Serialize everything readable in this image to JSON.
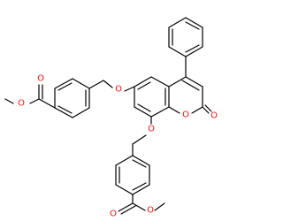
{
  "colors": {
    "background": "#ffffff",
    "bond": "#000000",
    "oxygen": "#ff0d0d"
  },
  "atoms": {
    "ester_top_carbonyl_o": "O",
    "ester_top_ether_o": "O",
    "ether_7_o": "O",
    "ether_8_o": "O",
    "lactone_ring_o": "O",
    "lactone_carbonyl_o": "O",
    "ester_bottom_carbonyl_o": "O",
    "ester_bottom_ether_o": "O"
  }
}
